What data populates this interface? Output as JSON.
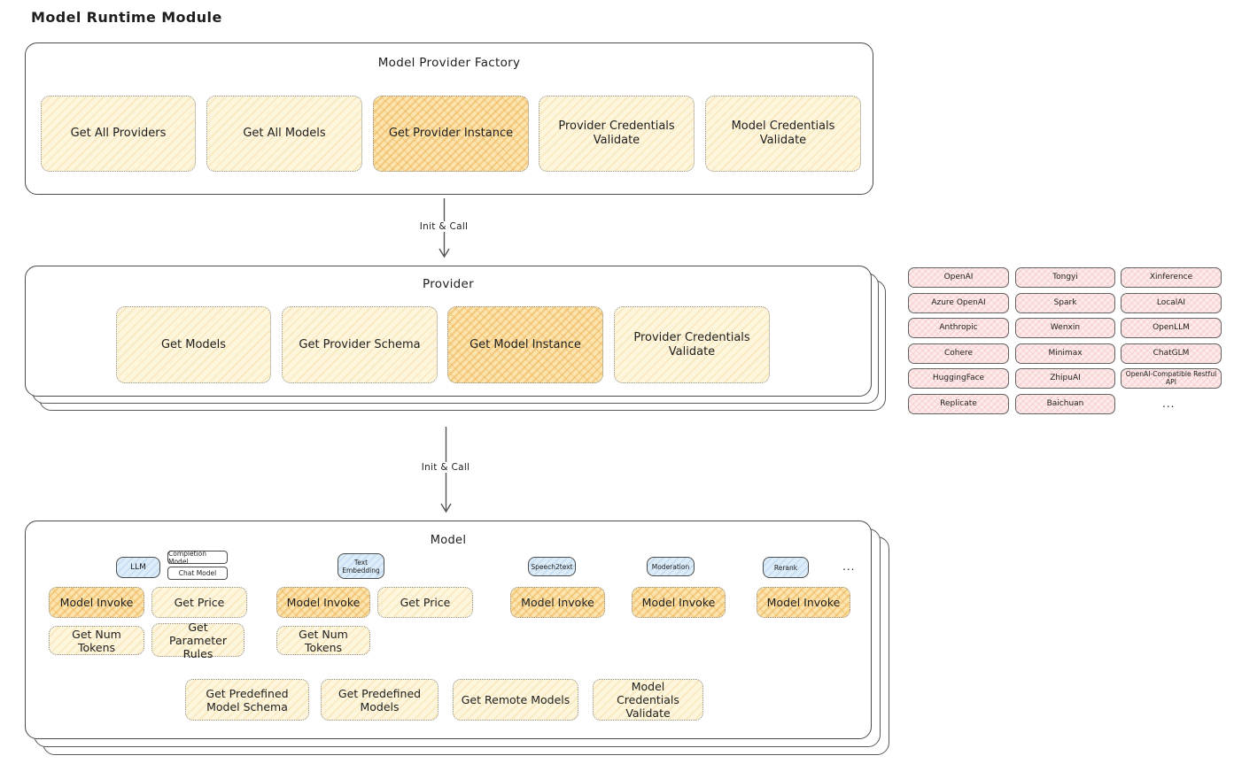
{
  "page_title": "Model Runtime Module",
  "arrow_label": "Init & Call",
  "colors": {
    "button_yellow": "#fdf5dc",
    "button_yellow_highlight": "#fbe4ae",
    "tag_blue": "#dcecf9",
    "provider_pink": "#fcebea",
    "stroke": "#4a4a4a"
  },
  "factory": {
    "title": "Model Provider Factory",
    "buttons": [
      {
        "label": "Get All Providers"
      },
      {
        "label": "Get All Models"
      },
      {
        "label": "Get Provider Instance"
      },
      {
        "label": "Provider Credentials Validate"
      },
      {
        "label": "Model Credentials Validate"
      }
    ]
  },
  "provider": {
    "title": "Provider",
    "buttons": [
      {
        "label": "Get Models"
      },
      {
        "label": "Get Provider Schema"
      },
      {
        "label": "Get Model Instance"
      },
      {
        "label": "Provider Credentials Validate"
      }
    ]
  },
  "providers_list": {
    "col1": [
      "OpenAI",
      "Azure OpenAI",
      "Anthropic",
      "Cohere",
      "HuggingFace",
      "Replicate"
    ],
    "col2": [
      "Tongyi",
      "Spark",
      "Wenxin",
      "Minimax",
      "ZhipuAI",
      "Baichuan"
    ],
    "col3": [
      "Xinference",
      "LocalAI",
      "OpenLLM",
      "ChatGLM",
      "OpenAI-Compatible Restful API"
    ],
    "ellipsis": "..."
  },
  "model": {
    "title": "Model",
    "tag_llm": "LLM",
    "tag_completion": "Completion Model",
    "tag_chat": "Chat Model",
    "tag_text_embedding": "Text Embedding",
    "tag_speech2text": "Speech2text",
    "tag_moderation": "Moderation",
    "tag_rerank": "Rerank",
    "ellipsis": "...",
    "btn_model_invoke": "Model Invoke",
    "btn_get_price": "Get Price",
    "btn_get_num_tokens": "Get Num Tokens",
    "btn_get_parameter_rules": "Get Parameter Rules",
    "btn_get_predefined_model_schema": "Get Predefined Model Schema",
    "btn_get_predefined_models": "Get Predefined Models",
    "btn_get_remote_models": "Get Remote Models",
    "btn_model_credentials_validate": "Model Credentials Validate"
  }
}
